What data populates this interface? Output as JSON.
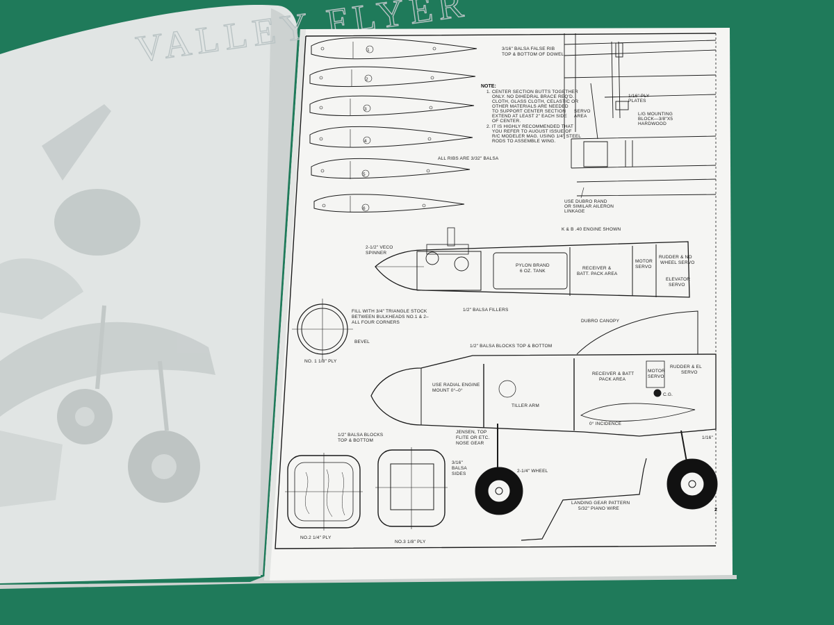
{
  "magazine": {
    "left_page_title": "VALLEY FLYER",
    "page_number": "2"
  },
  "plan": {
    "ribs_note": "ALL RIBS ARE 3/32\" BALSA",
    "rib_numbers": [
      "1",
      "2",
      "3",
      "4",
      "5",
      "6"
    ],
    "false_rib_note": [
      "3/16\" BALSA FALSE RIB",
      "TOP & BOTTOM OF DOWEL"
    ],
    "note_heading": "NOTE:",
    "notes": [
      "1. CENTER SECTION BUTTS TOGETHER",
      "ONLY. NO DIHEDRAL BRACE REQ'D.",
      "CLOTH, GLASS CLOTH, CELASTIC OR",
      "OTHER MATERIALS ARE NEEDED",
      "TO SUPPORT CENTER SECTION",
      "EXTEND AT LEAST 2\" EACH SIDE",
      "OF CENTER.",
      "2. IT IS HIGHLY RECOMMENDED THAT",
      "YOU REFER TO AUGUST ISSUE OF",
      "R/C MODELER MAG. USING 1/4\" STEEL",
      "RODS TO ASSEMBLE WING."
    ],
    "ply_plates": [
      "1/16\" PLY",
      "PLATES"
    ],
    "servo_area": [
      "SERVO",
      "AREA"
    ],
    "mounting_block": [
      "L/G MOUNTING",
      "BLOCK—3/8\"X5",
      "HARDWOOD"
    ],
    "aileron_note": [
      "USE DUBRO RAND",
      "OR SIMILAR AILERON",
      "LINKAGE"
    ],
    "engine_shown": "K & B .40 ENGINE SHOWN",
    "spinner": [
      "2-1/2\" VECO",
      "SPINNER"
    ],
    "tank": [
      "PYLON BRAND",
      "6 OZ. TANK"
    ],
    "receiver_top": [
      "RECEIVER &",
      "BATT. PACK AREA"
    ],
    "motor_servo_top": [
      "MOTOR",
      "SERVO"
    ],
    "rudder_wheel": [
      "RUDDER & NO",
      "WHEEL SERVO"
    ],
    "elevator": [
      "ELEVATOR",
      "SERVO"
    ],
    "balsa_fillers": "1/2\" BALSA FILLERS",
    "fill_note": [
      "FILL WITH 3/4\" TRIANGLE STOCK",
      "BETWEEN BULKHEADS NO.1 & 2–",
      "ALL FOUR CORNERS"
    ],
    "bevel": "BEVEL",
    "bulkhead_1": "NO. 1  1/8\" PLY",
    "dubro_canopy": "DUBRO CANOPY",
    "balsa_blocks_side": "1/2\" BALSA BLOCKS TOP & BOTTOM",
    "radial_mount": [
      "USE RADIAL ENGINE",
      "MOUNT 0°–0°"
    ],
    "tiller_arm": "TILLER ARM",
    "receiver_side": [
      "RECEIVER & BATT",
      "PACK AREA"
    ],
    "motor_servo_side": [
      "MOTOR",
      "SERVO"
    ],
    "rudder_el": [
      "RUDDER & EL",
      "SERVO"
    ],
    "cg": "C.G.",
    "incidence": "0° INCIDENCE",
    "nose_gear": [
      "JENSEN, TOP",
      "FLITE OR ETC.",
      "NOSE GEAR"
    ],
    "wheel": "2-1/4\" WHEEL",
    "gear_pattern": [
      "LANDING GEAR PATTERN",
      "5/32\" PIANO WIRE"
    ],
    "sixteenth": "1/16\"",
    "blocks_label": [
      "1/2\" BALSA BLOCKS",
      "TOP & BOTTOM"
    ],
    "balsa_sides": [
      "3/16\"",
      "BALSA",
      "SIDES"
    ],
    "bulkhead_2": "NO.2   1/4\" PLY",
    "bulkhead_3": "NO.3   1/8\" PLY"
  },
  "colors": {
    "mat": "#1f7a5a",
    "paper": "#f4f4f2",
    "left_page": "#e2e5e4",
    "ink": "#1a1a1a"
  }
}
